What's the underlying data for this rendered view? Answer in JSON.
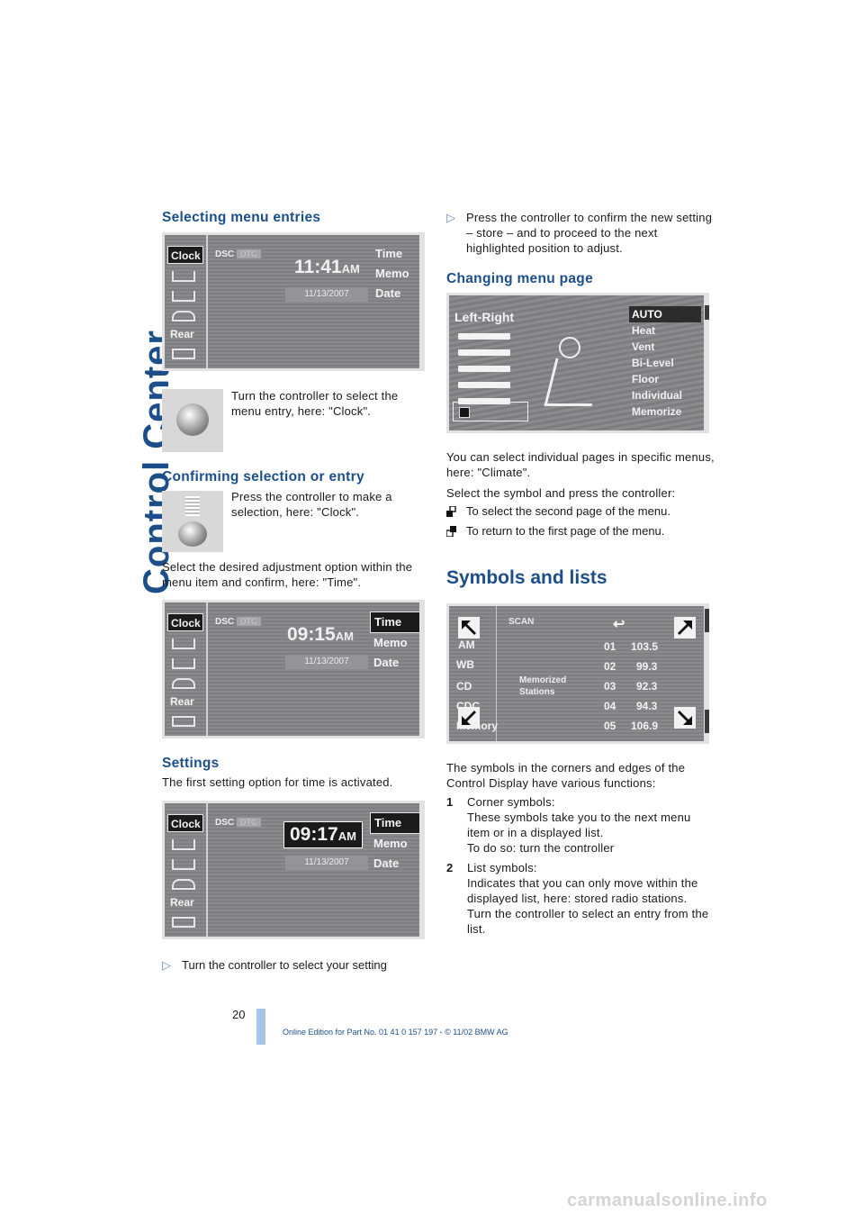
{
  "sidebar": {
    "section": "Control Center"
  },
  "left": {
    "h_selecting": "Selecting menu entries",
    "turn_text": "Turn the controller to select the menu entry, here: \"Clock\".",
    "h_confirming": "Confirming selection or entry",
    "press_text": "Press the controller to make a selection, here: \"Clock\".",
    "select_text": "Select the desired adjustment option within the menu item and confirm, here: \"Time\".",
    "h_settings": "Settings",
    "settings_text": "The first setting option for time is activated.",
    "bullet_turn": "Turn the controller to select your setting"
  },
  "screens": {
    "menu_items": [
      "Clock",
      "Rear"
    ],
    "dsc": "DSC",
    "dtc": "DTC",
    "right_items": [
      "Time",
      "Memo",
      "Date"
    ],
    "s1": {
      "time": "11:41",
      "ampm": "AM",
      "date": "11/13/2007"
    },
    "s2": {
      "time": "09:15",
      "ampm": "AM",
      "date": "11/13/2007"
    },
    "s3": {
      "time": "09:17",
      "ampm": "AM",
      "date": "11/13/2007"
    }
  },
  "right": {
    "bullet_press": "Press the controller to confirm the new setting – store – and to proceed to the next highlighted position to adjust.",
    "h_changing": "Changing menu page",
    "climate": {
      "title": "Left-Right",
      "items": [
        "AUTO",
        "Heat",
        "Vent",
        "Bi-Level",
        "Floor",
        "Individual",
        "Memorize"
      ]
    },
    "pages_text": "You can select individual pages in specific menus, here: \"Climate\".",
    "symbol_text": "Select the symbol and press the controller:",
    "sym1": "To select the second page of the menu.",
    "sym2": "To return to the first page of the menu.",
    "h_symbols": "Symbols and lists",
    "radio": {
      "scan": "SCAN",
      "bands": [
        "AM",
        "WB",
        "CD",
        "CDC",
        "Memory"
      ],
      "label": "Memorized Stations",
      "stations": [
        {
          "n": "01",
          "f": "103.5"
        },
        {
          "n": "02",
          "f": "99.3"
        },
        {
          "n": "03",
          "f": "92.3"
        },
        {
          "n": "04",
          "f": "94.3"
        },
        {
          "n": "05",
          "f": "106.9"
        }
      ]
    },
    "symbols_intro": "The symbols in the corners and edges of the Control Display have various functions:",
    "item1_num": "1",
    "item1_title": "Corner symbols:",
    "item1_body": "These symbols take you to the next menu item or in a displayed list.",
    "item1_body2": "To do so: turn the controller",
    "item2_num": "2",
    "item2_title": "List symbols:",
    "item2_body": "Indicates that you can only move within the displayed list, here: stored radio stations.",
    "item2_body2": "Turn the controller to select an entry from the list."
  },
  "footer": {
    "page": "20",
    "edition": "Online Edition for Part No. 01 41 0 157 197 - © 11/02 BMW AG",
    "site": "carmanualsonline.info"
  }
}
